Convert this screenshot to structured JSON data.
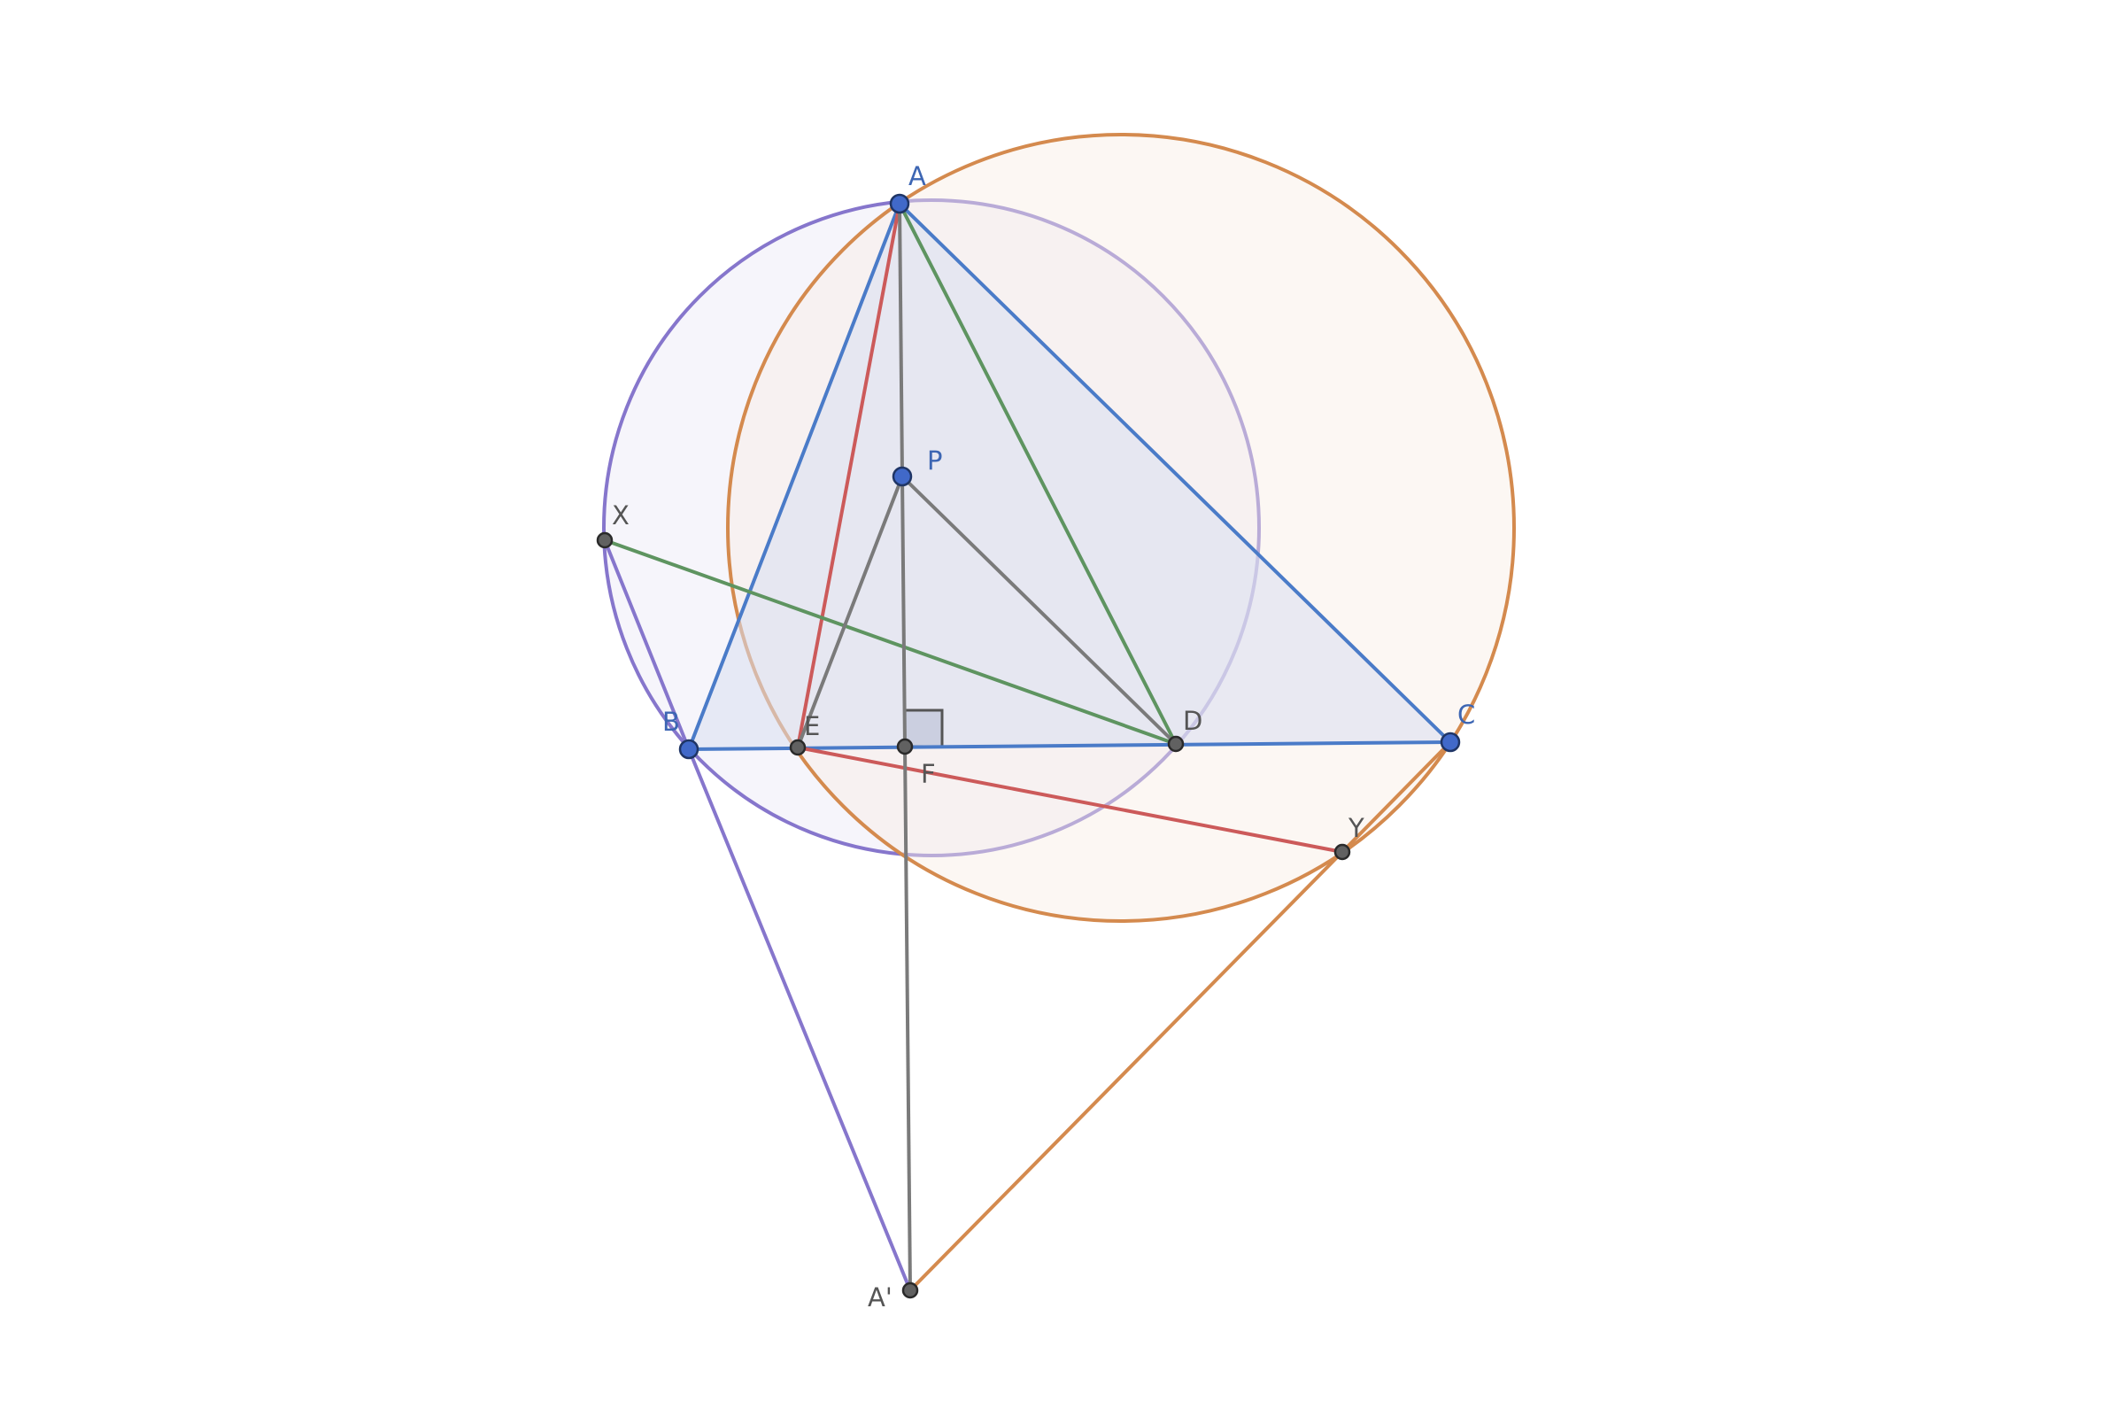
{
  "diagram": {
    "points": [
      {
        "id": "A",
        "label": "A",
        "color": "#4169c9"
      },
      {
        "id": "B",
        "label": "B",
        "color": "#4169c9"
      },
      {
        "id": "C",
        "label": "C",
        "color": "#4169c9"
      },
      {
        "id": "P",
        "label": "P",
        "color": "#4169c9"
      },
      {
        "id": "D",
        "label": "D",
        "color": "#616161"
      },
      {
        "id": "E",
        "label": "E",
        "color": "#616161"
      },
      {
        "id": "F",
        "label": "F",
        "color": "#616161"
      },
      {
        "id": "X",
        "label": "X",
        "color": "#616161"
      },
      {
        "id": "Y",
        "label": "Y",
        "color": "#616161"
      },
      {
        "id": "Ap",
        "label": "A'",
        "color": "#616161"
      }
    ],
    "circles": [
      {
        "id": "circle-abd",
        "through": [
          "A",
          "B",
          "D"
        ],
        "stroke": "#8676cc",
        "fill": "#ebe8f7"
      },
      {
        "id": "circle-aec",
        "through": [
          "A",
          "E",
          "C"
        ],
        "stroke": "#d48a4e",
        "fill": "#f8ede4"
      }
    ],
    "triangle_fill": {
      "vertices": [
        "A",
        "B",
        "C"
      ],
      "fill": "#d9dff0"
    },
    "segments": [
      {
        "from": "A",
        "to": "B",
        "color": "#4a7bc8"
      },
      {
        "from": "A",
        "to": "C",
        "color": "#4a7bc8"
      },
      {
        "from": "B",
        "to": "C",
        "color": "#4a7bc8"
      },
      {
        "from": "A",
        "to": "E",
        "color": "#cc5a5a"
      },
      {
        "from": "E",
        "to": "Y",
        "color": "#cc5a5a"
      },
      {
        "from": "A",
        "to": "D",
        "color": "#5e9460"
      },
      {
        "from": "X",
        "to": "D",
        "color": "#5e9460"
      },
      {
        "from": "A",
        "to": "Ap",
        "color": "#7a7a7a"
      },
      {
        "from": "P",
        "to": "E",
        "color": "#7a7a7a"
      },
      {
        "from": "P",
        "to": "D",
        "color": "#7a7a7a"
      },
      {
        "from": "X",
        "to": "B",
        "color": "#8676cc"
      },
      {
        "from": "B",
        "to": "Ap",
        "color": "#8676cc"
      },
      {
        "from": "C",
        "to": "Y",
        "color": "#d48a4e"
      },
      {
        "from": "Y",
        "to": "Ap",
        "color": "#d48a4e"
      }
    ],
    "right_angle_marker": {
      "at": "F",
      "color": "#555555"
    }
  }
}
